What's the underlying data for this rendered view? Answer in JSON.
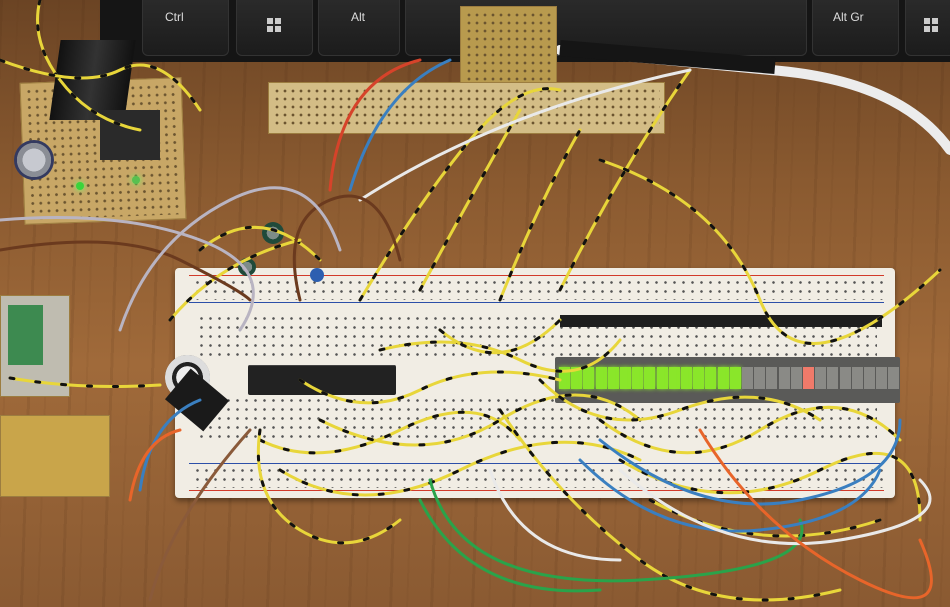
{
  "keyboard": {
    "keys": [
      {
        "label": "Ctrl"
      },
      {
        "label": ""
      },
      {
        "label": "Alt"
      },
      {
        "label": "Alt Gr"
      },
      {
        "label": ""
      }
    ]
  },
  "colors": {
    "wire_yellow": "#e8d63a",
    "wire_black": "#111111",
    "wire_blue": "#3a7fc0",
    "wire_white": "#e9e9e9",
    "wire_green": "#2aa34a",
    "wire_orange": "#e8652a",
    "wire_brown": "#6b3a1e",
    "led_green": "#8ae62a",
    "led_red": "#f07a6a"
  },
  "bargraph": {
    "lit_segments": 15,
    "red_segment_index": 20,
    "total_segments": 28
  }
}
